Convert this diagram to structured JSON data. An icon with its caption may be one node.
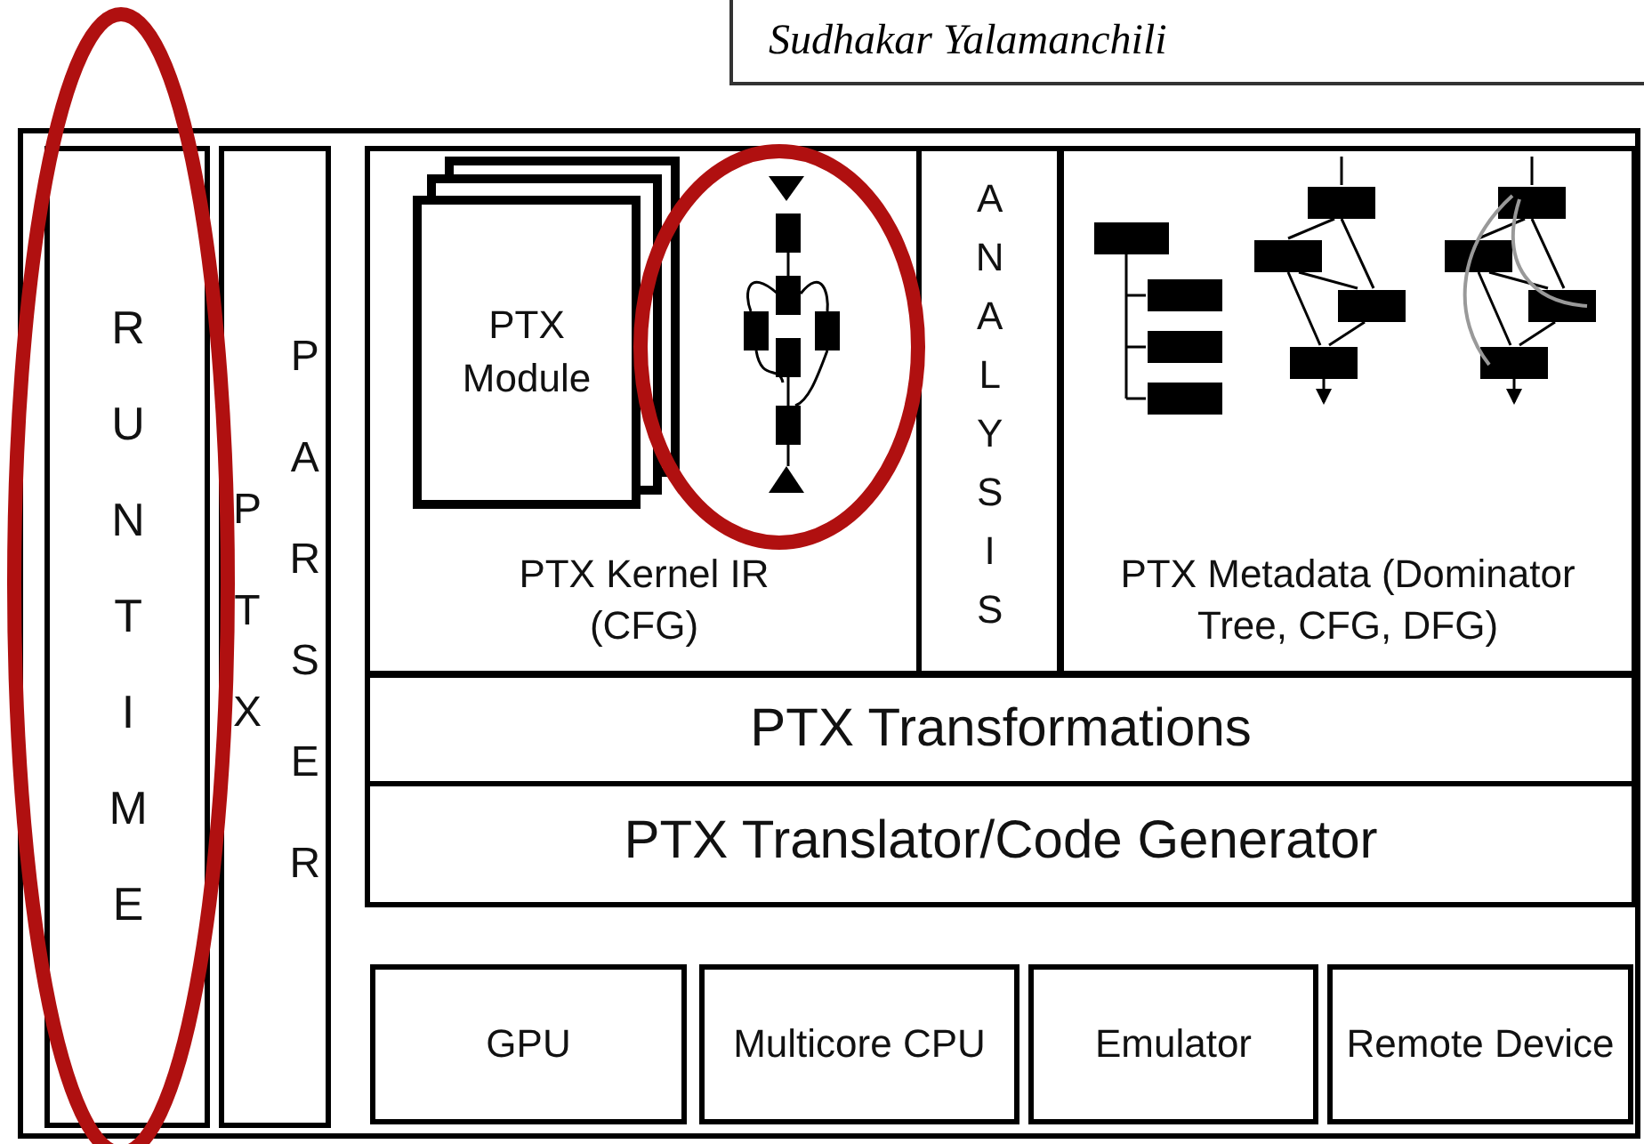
{
  "diagram": {
    "nodes": [
      {
        "text": [],
        "shape": "box"
      },
      {
        "text": [
          "RUNTIME"
        ],
        "in": 0
      },
      {
        "text": [
          "PTX PARSER"
        ],
        "in": 0
      },
      {
        "text": [],
        "shape": "box",
        "in": 0
      },
      {
        "text": [
          "PTX Kernel IR (CFG)"
        ],
        "in": 3
      },
      {
        "text": [
          "PTX Module"
        ],
        "in": 4
      },
      {
        "text": [
          "ANALYSIS"
        ],
        "in": 3
      },
      {
        "text": [
          "PTX Metadata (Dominator Tree, CFG, DFG)"
        ],
        "in": 3
      },
      {
        "text": [
          "PTX Transformations"
        ],
        "in": 3
      },
      {
        "text": [
          "PTX Translator/Code Generator"
        ],
        "in": 3
      },
      {
        "text": [
          "GPU"
        ],
        "in": 0
      },
      {
        "text": [
          "Multicore CPU"
        ],
        "in": 0
      },
      {
        "text": [
          "Emulator"
        ],
        "in": 0
      },
      {
        "text": [
          "Remote Device"
        ],
        "in": 0
      }
    ],
    "labels": [
      "Sudhakar Yalamanchili"
    ]
  }
}
